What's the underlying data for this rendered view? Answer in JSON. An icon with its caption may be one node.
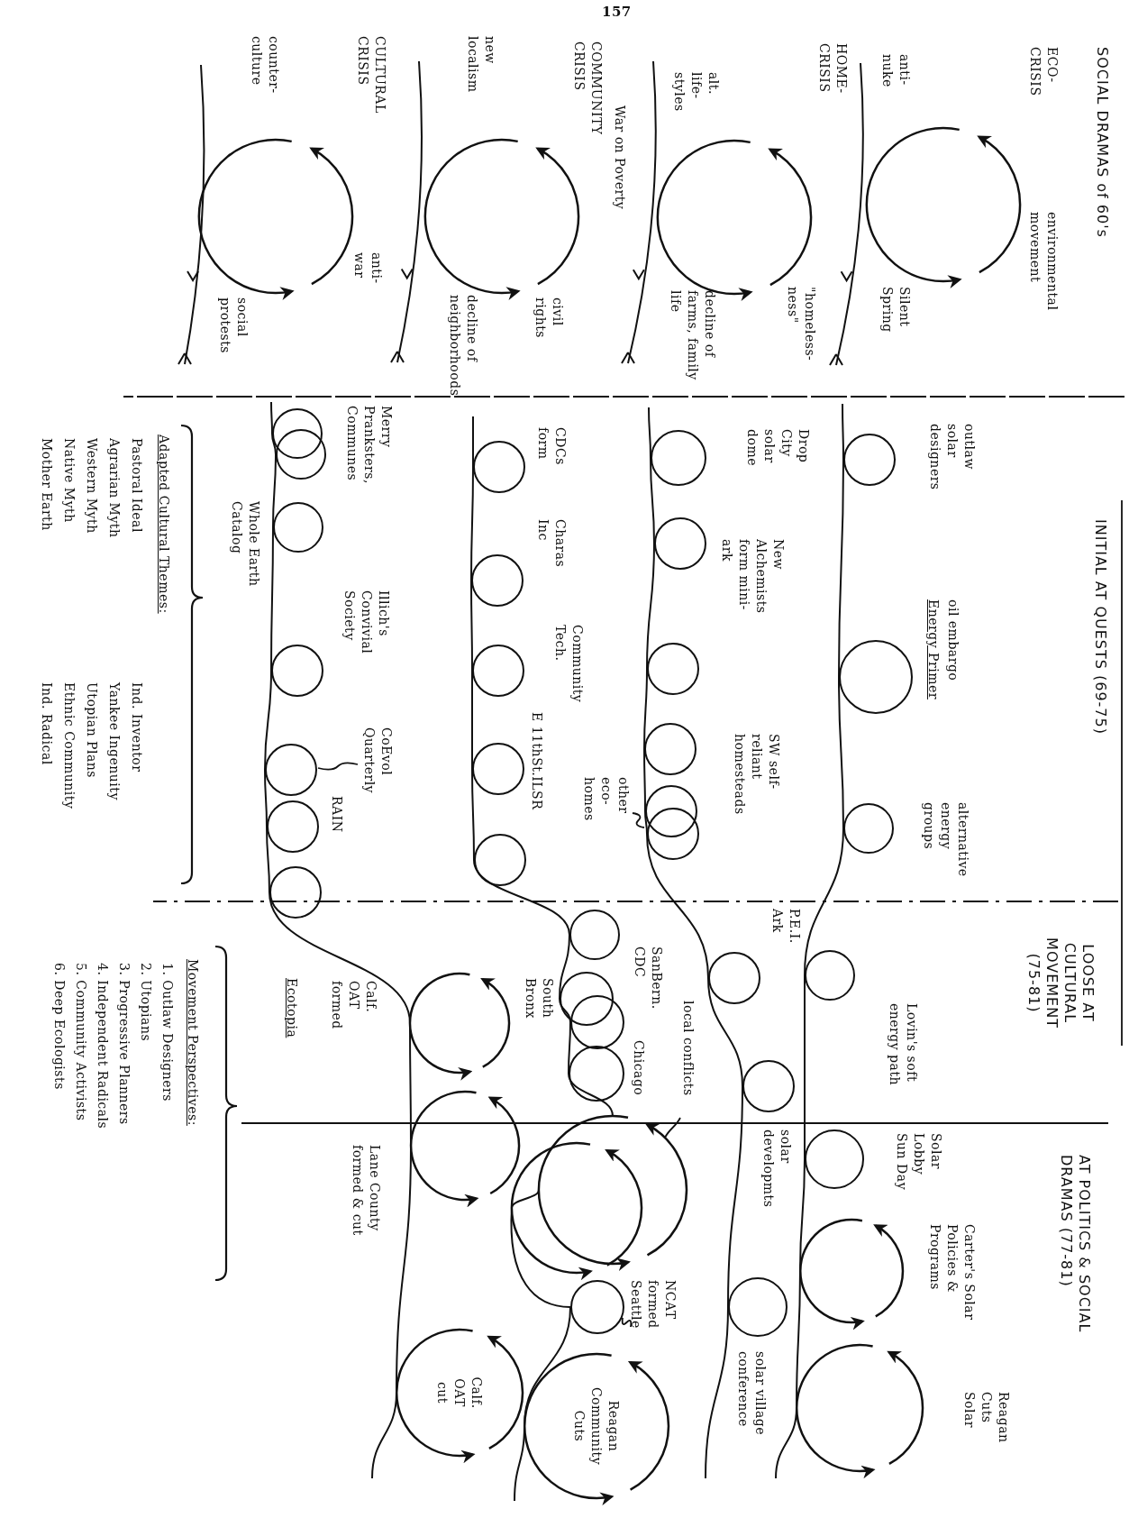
{
  "diagram": {
    "nodes": [
      {
        "text": [],
        "shape": "cycle",
        "beside": [
          "ECO- CRISIS",
          "environmental movement",
          "anti- nuke",
          "Silent Spring"
        ]
      },
      {
        "text": [],
        "shape": "cycle",
        "beside": [
          "HOME- CRISIS",
          "alt. life- styles",
          "\"homeless- ness\"",
          "decline of farms, family life"
        ]
      },
      {
        "text": [],
        "shape": "cycle",
        "beside": [
          "War on Poverty",
          "COMMUNITY CRISIS",
          "new localism",
          "civil rights",
          "decline of neighborhoods"
        ]
      },
      {
        "text": [],
        "shape": "cycle",
        "beside": [
          "CULTURAL CRISIS",
          "counter- culture",
          "anti- war",
          "social protests"
        ]
      },
      {
        "text": [],
        "shape": "circle",
        "beside": [
          "outlaw solar designers"
        ]
      },
      {
        "text": [],
        "shape": "circle",
        "beside": [
          "oil embargo",
          "Energy Primer"
        ]
      },
      {
        "text": [],
        "shape": "circle",
        "beside": [
          "alternative energy groups"
        ]
      },
      {
        "text": [],
        "shape": "circle",
        "beside": [
          "Drop City solar dome"
        ]
      },
      {
        "text": [],
        "shape": "circle",
        "beside": [
          "New Alchemists form mini- ark"
        ]
      },
      {
        "text": [],
        "shape": "circle"
      },
      {
        "text": [],
        "shape": "circle",
        "beside": [
          "SW self- reliant homesteads"
        ]
      },
      {
        "text": [],
        "shape": "circle"
      },
      {
        "text": [],
        "shape": "circle",
        "beside": [
          "other eco-homes"
        ]
      },
      {
        "text": [],
        "shape": "circle",
        "beside": [
          "CDCs form"
        ]
      },
      {
        "text": [],
        "shape": "circle",
        "beside": [
          "Charas Inc"
        ]
      },
      {
        "text": [],
        "shape": "circle",
        "beside": [
          "Community Tech."
        ]
      },
      {
        "text": [],
        "shape": "circle",
        "beside": [
          "E 11thSt.ILSR"
        ]
      },
      {
        "text": [],
        "shape": "circle"
      },
      {
        "text": [],
        "shape": "circle",
        "beside": [
          "Merry Pranksters, Communes"
        ]
      },
      {
        "text": [],
        "shape": "circle"
      },
      {
        "text": [],
        "shape": "circle",
        "beside": [
          "Whole Earth Catalog"
        ]
      },
      {
        "text": [],
        "shape": "circle",
        "beside": [
          "Illich's Convivial Society"
        ]
      },
      {
        "text": [],
        "shape": "circle",
        "beside": [
          "CoEvol Quarterly"
        ]
      },
      {
        "text": [],
        "shape": "circle",
        "beside": [
          "RAIN"
        ]
      },
      {
        "text": [],
        "shape": "circle"
      },
      {
        "text": [],
        "shape": "circle",
        "beside": [
          "Lovin's soft energy path"
        ]
      },
      {
        "text": [],
        "shape": "circle",
        "beside": [
          "solar developmts"
        ]
      },
      {
        "text": [],
        "shape": "circle",
        "beside": [
          "P.E.I. Ark"
        ]
      },
      {
        "text": [],
        "shape": "circle"
      },
      {
        "text": [],
        "shape": "circle",
        "beside": [
          "South Bronx"
        ]
      },
      {
        "text": [],
        "shape": "circle",
        "beside": [
          "SanBern. CDC"
        ]
      },
      {
        "text": [],
        "shape": "circle",
        "beside": [
          "Chicago"
        ]
      },
      {
        "text": [],
        "shape": "cycle",
        "beside": [
          "Calf. OAT formed"
        ]
      },
      {
        "text": [],
        "shape": "circle",
        "beside": [
          "Solar Lobby Sun Day"
        ]
      },
      {
        "text": [],
        "shape": "cycle",
        "beside": [
          "Carter's Solar Policies & Programs"
        ]
      },
      {
        "text": [],
        "shape": "cycle",
        "beside": [
          "Reagan Cuts Solar"
        ]
      },
      {
        "text": [],
        "shape": "circle",
        "beside": [
          "solar village conference"
        ]
      },
      {
        "text": [],
        "shape": "cycle",
        "beside": [
          "local conflicts"
        ]
      },
      {
        "text": [],
        "shape": "cycle"
      },
      {
        "text": [],
        "shape": "circle",
        "beside": [
          "NCAT formed Seattle"
        ]
      },
      {
        "text": [
          "Reagan Community Cuts"
        ]
      },
      {
        "text": [],
        "shape": "cycle",
        "beside": [
          "Lane County formed & cut"
        ]
      },
      {
        "text": [
          "Calf. OAT cut"
        ]
      }
    ],
    "edges": [
      {
        "from": null,
        "to": 4,
        "arrow": "none"
      },
      {
        "from": 4,
        "to": 5,
        "arrow": "none"
      },
      {
        "from": 5,
        "to": 6,
        "arrow": "none"
      },
      {
        "from": 6,
        "to": 25,
        "arrow": "none"
      },
      {
        "from": 25,
        "to": 33,
        "arrow": "none"
      },
      {
        "from": 33,
        "to": 34,
        "arrow": "none"
      },
      {
        "from": 34,
        "to": 35,
        "arrow": "none"
      },
      {
        "from": 35,
        "to": null,
        "arrow": "none"
      },
      {
        "from": null,
        "to": 7,
        "arrow": "none"
      },
      {
        "from": 7,
        "to": 8,
        "arrow": "none"
      },
      {
        "from": 8,
        "to": 9,
        "arrow": "none"
      },
      {
        "from": 9,
        "to": 10,
        "arrow": "none"
      },
      {
        "from": 10,
        "to": 11,
        "arrow": "none"
      },
      {
        "from": 11,
        "to": 12,
        "arrow": "none"
      },
      {
        "from": 12,
        "to": 27,
        "arrow": "none"
      },
      {
        "from": 27,
        "to": 26,
        "arrow": "none"
      },
      {
        "from": 26,
        "to": 36,
        "arrow": "none"
      },
      {
        "from": 36,
        "to": null,
        "arrow": "none"
      },
      {
        "from": null,
        "to": 13,
        "arrow": "none"
      },
      {
        "from": 13,
        "to": 14,
        "arrow": "none"
      },
      {
        "from": 14,
        "to": 15,
        "arrow": "none"
      },
      {
        "from": 15,
        "to": 16,
        "arrow": "none"
      },
      {
        "from": 16,
        "to": 17,
        "arrow": "none"
      },
      {
        "from": 17,
        "to": 28,
        "arrow": "none"
      },
      {
        "from": 28,
        "to": 29,
        "arrow": "none"
      },
      {
        "from": 29,
        "to": 30,
        "arrow": "none"
      },
      {
        "from": 30,
        "to": 31,
        "arrow": "none"
      },
      {
        "from": 31,
        "to": 37,
        "arrow": "none"
      },
      {
        "from": 37,
        "to": 38,
        "arrow": "none"
      },
      {
        "from": 38,
        "to": 39,
        "arrow": "none"
      },
      {
        "from": 39,
        "to": 40,
        "arrow": "none"
      },
      {
        "from": 40,
        "to": null,
        "arrow": "none"
      },
      {
        "from": null,
        "to": 18,
        "arrow": "none"
      },
      {
        "from": 18,
        "to": 19,
        "arrow": "none"
      },
      {
        "from": 19,
        "to": 20,
        "arrow": "none"
      },
      {
        "from": 20,
        "to": 21,
        "arrow": "none"
      },
      {
        "from": 21,
        "to": 22,
        "arrow": "none"
      },
      {
        "from": 22,
        "to": 23,
        "arrow": "none"
      },
      {
        "from": 23,
        "to": 24,
        "arrow": "none"
      },
      {
        "from": 24,
        "to": 32,
        "arrow": "none"
      },
      {
        "from": 32,
        "to": 41,
        "arrow": "none"
      },
      {
        "from": 41,
        "to": 42,
        "arrow": "none"
      },
      {
        "from": 42,
        "to": null,
        "arrow": "none"
      }
    ],
    "labels": [
      "157",
      "SOCIAL DRAMAS of 60's",
      "INITIAL AT QUESTS (69-75)",
      "LOOSE AT CULTURAL MOVEMENT (75-81)",
      "AT POLITICS & SOCIAL DRAMAS (77-81)",
      "Adapted Cultural Themes:",
      "Pastoral Ideal",
      "Ind. Inventor",
      "Agrarian Myth",
      "Yankee Ingenuity",
      "Western Myth",
      "Utopian Plans",
      "Native Myth",
      "Ethnic Community",
      "Mother Earth",
      "Ind. Radical",
      "Ecotopia",
      "Movement Perspectives:",
      "1. Outlaw Designers",
      "2. Utopians",
      "3. Progressive Planners",
      "4. Independent Radicals",
      "5. Community Activists",
      "6. Deep Ecologists"
    ]
  }
}
